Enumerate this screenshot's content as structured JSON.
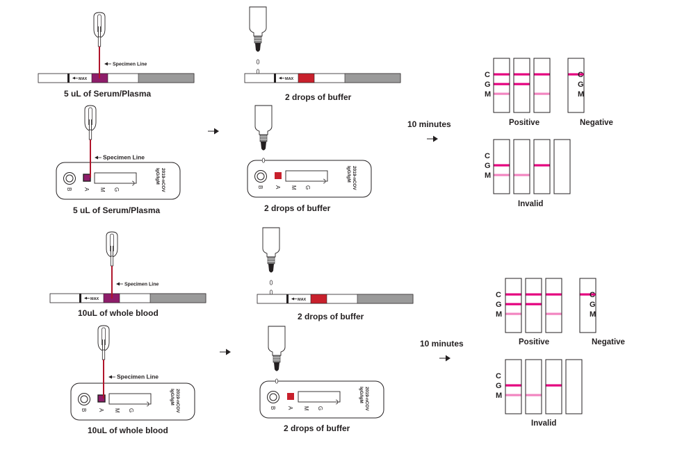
{
  "colors": {
    "sample_purple": "#8e1d6a",
    "buffer_red": "#c8202c",
    "specimen_line_red": "#b0152b",
    "absorbent_gray": "#9a9a9a",
    "line_strong": "#e4007e",
    "line_weak": "#f285c0",
    "outline": "#231f20"
  },
  "labels": {
    "specimen_line": "Specimen Line",
    "max": "MAX",
    "well_b": "B",
    "well_a": "A",
    "mark_m": "M",
    "mark_g": "G",
    "cassette_brand_line1": "2019-nCOV",
    "cassette_brand_line2": "IgG/IgM"
  },
  "sections": [
    {
      "sample_type": "serum_plasma",
      "strip_step": {
        "sample_caption": "5 uL of Serum/Plasma",
        "buffer_caption": "2 drops of buffer"
      },
      "cassette_step": {
        "sample_caption": "5 uL of Serum/Plasma",
        "buffer_caption": "2 drops of buffer"
      },
      "wait": "10 minutes",
      "results": {
        "positive_label": "Positive",
        "negative_label": "Negative",
        "invalid_label": "Invalid",
        "line_names": [
          "C",
          "G",
          "M"
        ],
        "positive": [
          [
            "strong",
            "strong",
            "weak"
          ],
          [
            "strong",
            "strong",
            "none"
          ],
          [
            "strong",
            "none",
            "weak"
          ]
        ],
        "negative": [
          [
            "strong",
            "none",
            "none"
          ]
        ],
        "invalid": [
          [
            "none",
            "strong",
            "weak"
          ],
          [
            "none",
            "none",
            "weak"
          ],
          [
            "none",
            "strong",
            "none"
          ],
          [
            "none",
            "none",
            "none"
          ]
        ]
      }
    },
    {
      "sample_type": "whole_blood",
      "strip_step": {
        "sample_caption": "10uL of whole blood",
        "buffer_caption": "2 drops of buffer"
      },
      "cassette_step": {
        "sample_caption": "10uL of whole blood",
        "buffer_caption": "2 drops of buffer"
      },
      "wait": "10 minutes",
      "results": {
        "positive_label": "Positive",
        "negative_label": "Negative",
        "invalid_label": "Invalid",
        "line_names": [
          "C",
          "G",
          "M"
        ],
        "positive": [
          [
            "strong",
            "strong",
            "weak"
          ],
          [
            "strong",
            "strong",
            "none"
          ],
          [
            "strong",
            "none",
            "weak"
          ]
        ],
        "negative": [
          [
            "strong",
            "none",
            "none"
          ]
        ],
        "invalid": [
          [
            "none",
            "strong",
            "weak"
          ],
          [
            "none",
            "none",
            "weak"
          ],
          [
            "none",
            "strong",
            "none"
          ],
          [
            "none",
            "none",
            "none"
          ]
        ]
      }
    }
  ]
}
